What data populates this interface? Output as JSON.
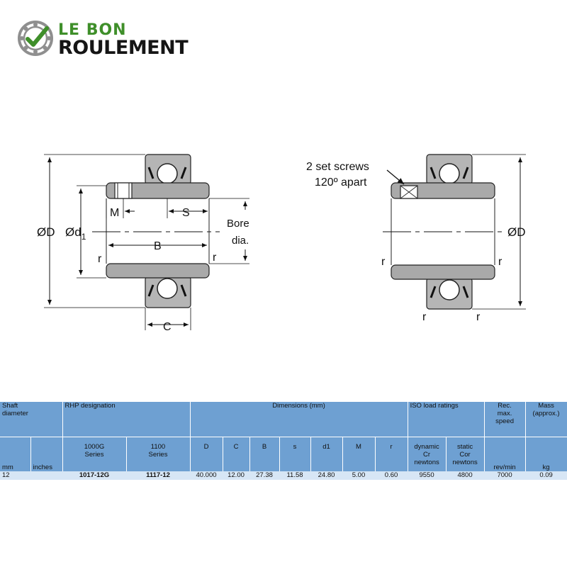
{
  "brand": {
    "line1": "LE BON",
    "line2": "ROULEMENT",
    "green": "#3f8f2a",
    "dark": "#151515"
  },
  "drawing": {
    "left_labels": {
      "outer_dia": "ØD",
      "d1": "Ød",
      "d1_sub": "1",
      "m": "M",
      "s": "S",
      "b": "B",
      "bore1": "Bore",
      "bore2": "dia.",
      "r_left": "r",
      "r_right": "r",
      "c": "C"
    },
    "right_labels": {
      "screws1": "2 set screws",
      "screws2": "120º apart",
      "outer_dia": "ØD",
      "r_left": "r",
      "r_right": "r",
      "r_bl": "r",
      "r_br": "r"
    }
  },
  "table": {
    "header1": {
      "shaft_line1": "Shaft",
      "shaft_line2": "diameter",
      "rhp": "RHP designation",
      "dimensions": "Dimensions (mm)",
      "iso": "ISO load ratings",
      "speed1": "Rec.",
      "speed2": "max.",
      "speed3": "speed",
      "mass1": "Mass",
      "mass2": "(approx.)"
    },
    "header2": {
      "mm": "mm",
      "inches": "inches",
      "s1000_1": "1000G",
      "s1000_2": "Series",
      "s1100_1": "1100",
      "s1100_2": "Series",
      "D": "D",
      "C": "C",
      "B": "B",
      "s": "s",
      "d1": "d1",
      "M": "M",
      "r": "r",
      "dyn1": "dynamic",
      "dyn2": "Cr",
      "dyn3": "newtons",
      "sta1": "static",
      "sta2": "Cor",
      "sta3": "newtons",
      "revmin": "rev/min",
      "kg": "kg"
    },
    "row": {
      "mm": "12",
      "inches": "",
      "s1000": "1017-12G",
      "s1100": "1117-12",
      "D": "40.000",
      "C": "12.00",
      "B": "27.38",
      "s": "11.58",
      "d1": "24.80",
      "M": "5.00",
      "r": "0.60",
      "cr": "9550",
      "cor": "4800",
      "speed": "7000",
      "mass": "0.09"
    }
  }
}
